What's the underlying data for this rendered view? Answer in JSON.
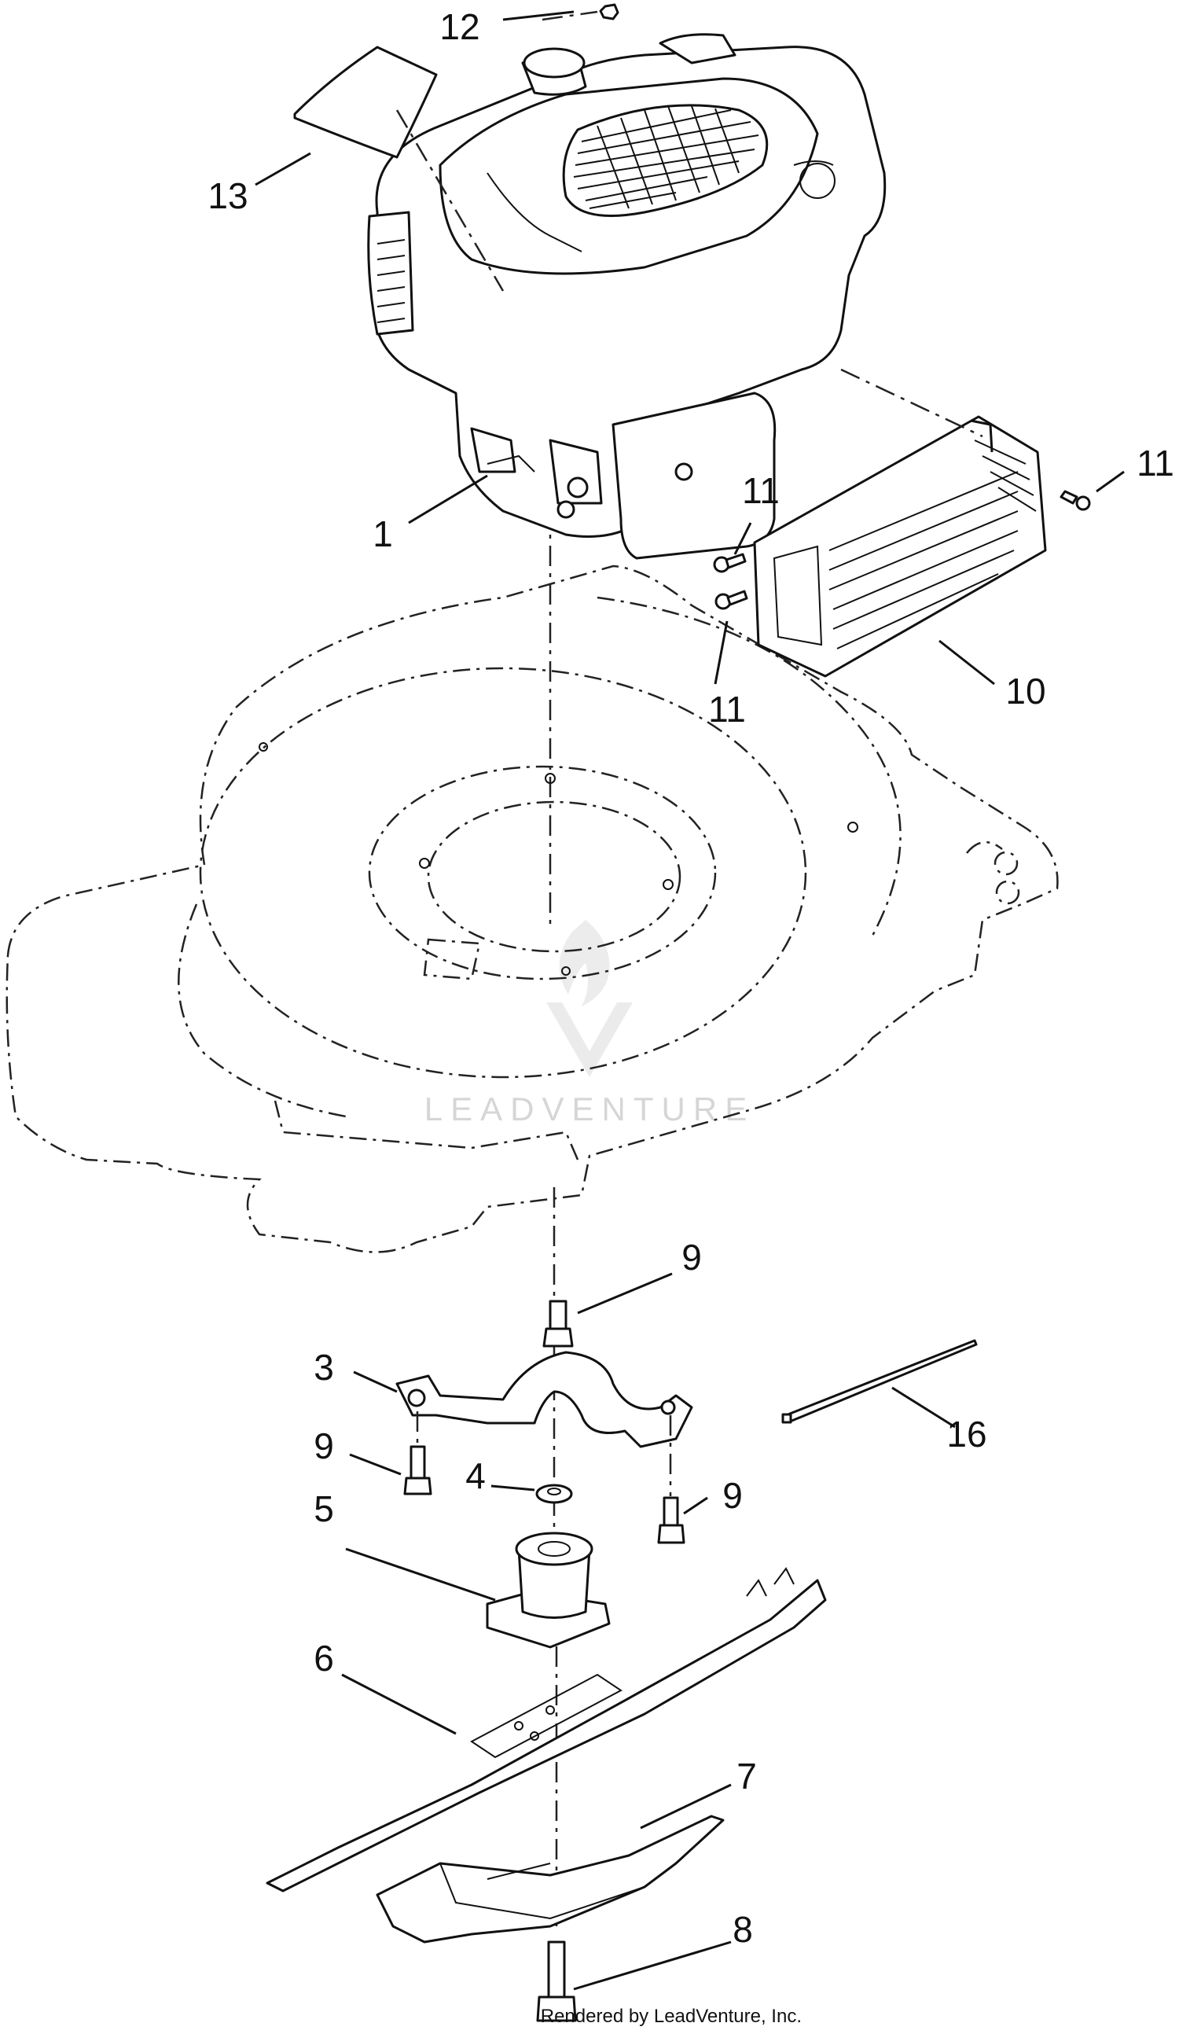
{
  "diagram": {
    "callouts": [
      {
        "id": "12",
        "label": "12"
      },
      {
        "id": "13",
        "label": "13"
      },
      {
        "id": "1",
        "label": "1"
      },
      {
        "id": "11a",
        "label": "11"
      },
      {
        "id": "11b",
        "label": "11"
      },
      {
        "id": "11c",
        "label": "11"
      },
      {
        "id": "10",
        "label": "10"
      },
      {
        "id": "9a",
        "label": "9"
      },
      {
        "id": "3",
        "label": "3"
      },
      {
        "id": "16",
        "label": "16"
      },
      {
        "id": "9b",
        "label": "9"
      },
      {
        "id": "4",
        "label": "4"
      },
      {
        "id": "9c",
        "label": "9"
      },
      {
        "id": "5",
        "label": "5"
      },
      {
        "id": "6",
        "label": "6"
      },
      {
        "id": "7",
        "label": "7"
      },
      {
        "id": "8",
        "label": "8"
      }
    ],
    "watermark": "LEADVENTURE",
    "credit": "Rendered by LeadVenture, Inc."
  }
}
